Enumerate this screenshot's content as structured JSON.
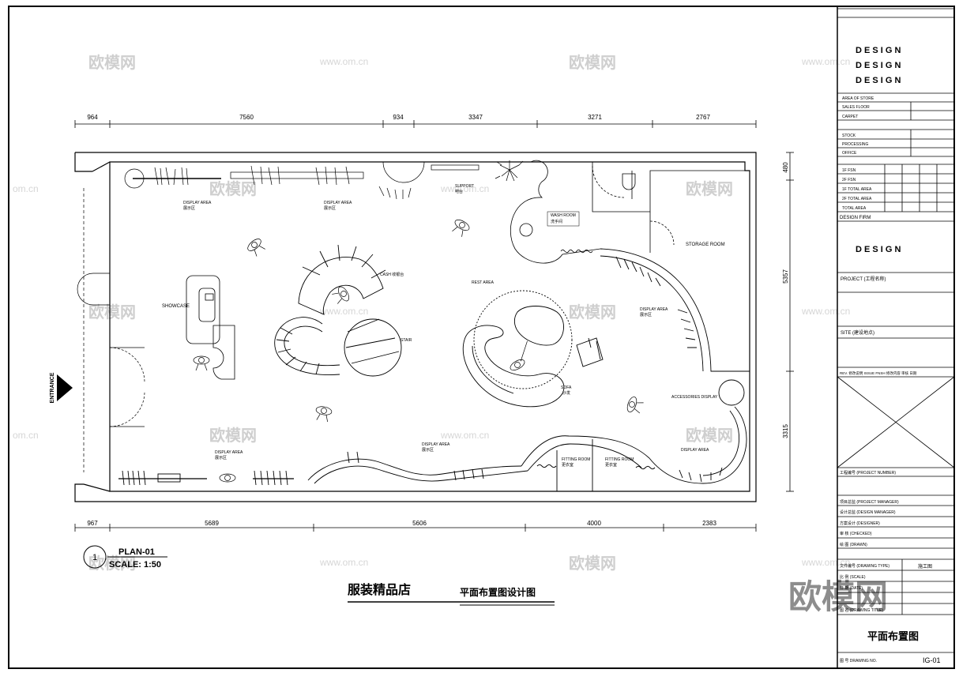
{
  "dims_top": [
    "964",
    "7560",
    "934",
    "3347",
    "3271",
    "2767"
  ],
  "dims_bottom": [
    "967",
    "5689",
    "5606",
    "4000",
    "2383"
  ],
  "dims_right": [
    "480",
    "5357",
    "3315"
  ],
  "rooms": {
    "showcase": "SHOWCASE",
    "entrance": "ENTRANCE",
    "display_area_1": "DISPLAY AREA",
    "display_area_1_cn": "展示区",
    "display_area_2": "DISPLAY AREA",
    "display_area_2_cn": "展示区",
    "display_area_3": "DISPLAY AREA",
    "display_area_3_cn": "展示区",
    "display_area_4": "DISPLAY AREA",
    "display_area_4_cn": "展示区",
    "display_area_5": "DISPLAY AREA",
    "display_area_5_cn": "展示区",
    "display_area_6": "DISPLAY AREA",
    "cash": "CASH  收银台",
    "stair": "STAIR",
    "rest_area": "REST  AREA",
    "sofa": "SOFA",
    "sofa_cn": "沙发",
    "wash_room": "WASH ROOM",
    "wash_room_cn": "洗手间",
    "storage_room": "STORAGE ROOM",
    "support": "SUPPORT",
    "support_cn": "吧台",
    "fitting_room_1": "FITTING ROOM",
    "fitting_room_1_cn": "更衣室",
    "fitting_room_2": "FITTING ROOM",
    "fitting_room_2_cn": "更衣室",
    "accessories": "ACCESSORIES DISPLAY"
  },
  "plan_label": {
    "number": "1",
    "title": "PLAN-01",
    "scale": "SCALE: 1:50"
  },
  "drawing_title": {
    "cn": "服装精品店",
    "sub": "平面布置图设计图"
  },
  "title_block": {
    "design_1": "D E S I G N",
    "design_2": "D E S I G N",
    "design_3": "D E S I G N",
    "area_of_store": "AREA OF STORE",
    "sales_floor": "SALES FLOOR",
    "carpet": "CARPET",
    "stock": "STOCK",
    "processing": "PROCESSING",
    "office": "OFFICE",
    "f1": "1F  FSN",
    "f2": "2F  FSN",
    "f1_total": "1F  TOTAL  AREA",
    "f2_total": "2F  TOTAL  AREA",
    "total_area": "TOTAL  AREA",
    "design_firm": "DESIGN FIRM",
    "design_firm_name": "D E S I G N",
    "project": "PROJECT  (工程名称)",
    "site": "SITE   (建设地点)",
    "rev_header": "REV. 修改说明      ISSUE FNSH  修改内容   审核 日期",
    "gongcheng": "工程编号  (PROJECT NUMBER)",
    "rows": [
      "项目总监  (PROJECT MANAGER)",
      "设计总监  (DESIGN MANAGER)",
      "方案设计  (DESIGNER)",
      "审    核  (CHECKED)",
      "绘    图  (DRAWN)",
      "文件编号  (DRAWING TYPE)",
      "比    例  (SCALE)",
      "日    期  (DATE)",
      "图    名  (DRAWING TITLE)"
    ],
    "stage": "施工图",
    "sheet_title": "平面布置图",
    "drawing_no_label": "图  号  DRAWING NO.",
    "drawing_no": "IG-01"
  },
  "watermarks": {
    "brand": "欧模网",
    "url": "www.om.cn",
    "url_short": "om.cn",
    "url_frag": "cn",
    "large": "欧模网"
  }
}
